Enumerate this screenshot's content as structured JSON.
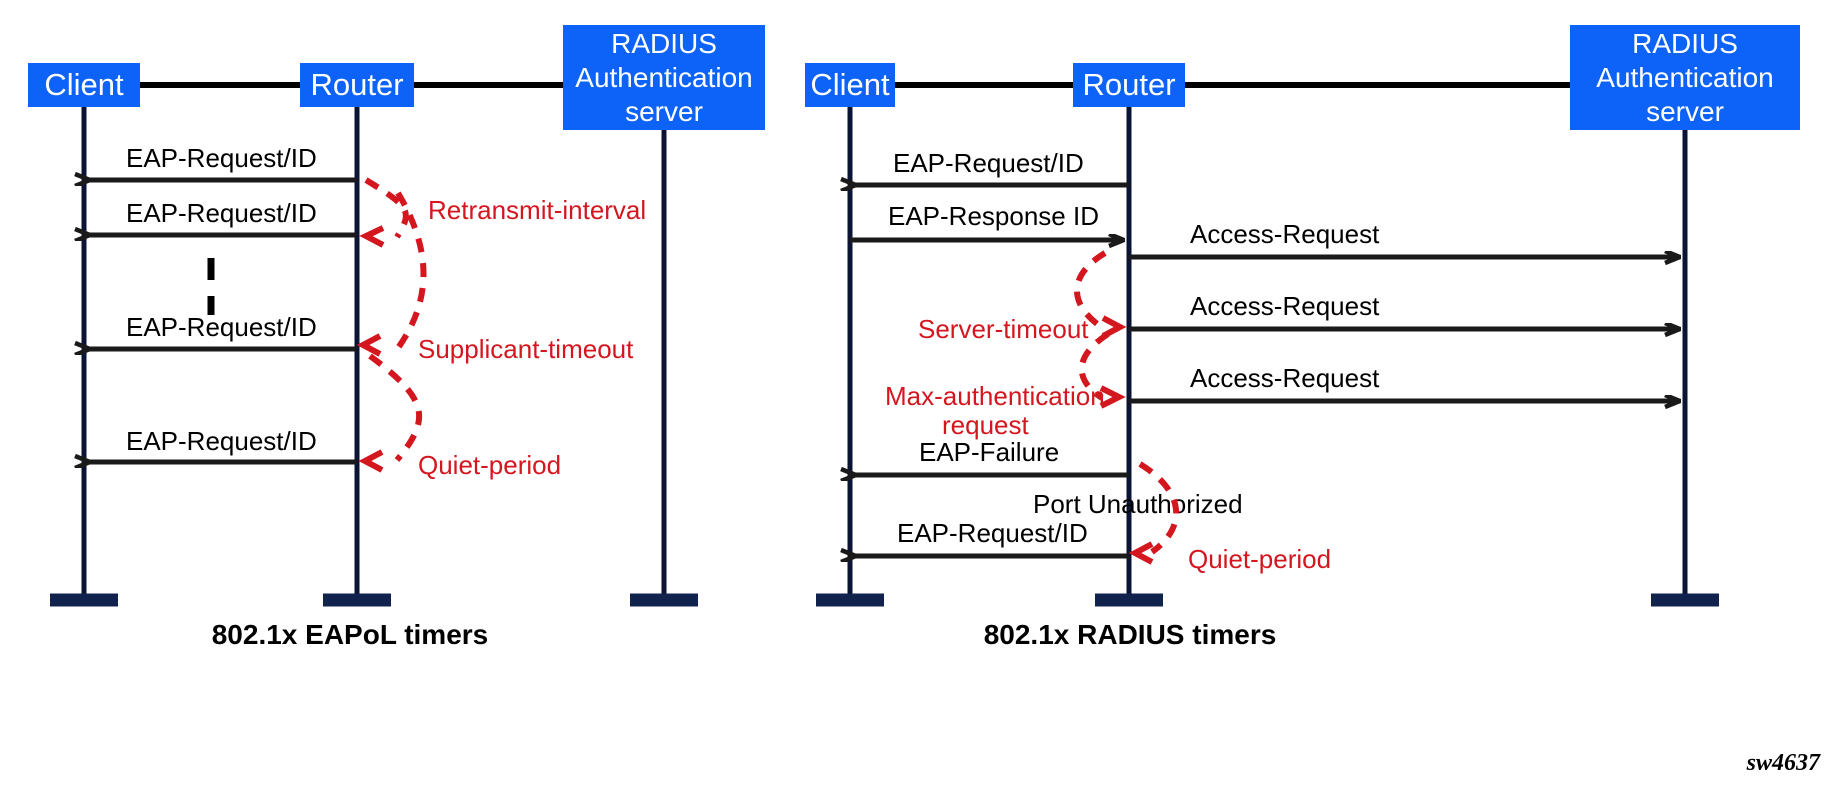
{
  "figure": {
    "id_label": "sw4637",
    "background": "#ffffff",
    "node_fill": "#0d63f8",
    "node_text": "#ffffff",
    "message_color": "#1a1a1a",
    "timer_color": "#d4161f",
    "lifeline_color": "#0b1435"
  },
  "panels": [
    {
      "key": "eapol",
      "caption": "802.1x EAPoL timers",
      "nodes": [
        {
          "key": "client",
          "label": "Client"
        },
        {
          "key": "router",
          "label": "Router"
        },
        {
          "key": "radius",
          "label_lines": [
            "RADIUS",
            "Authentication",
            "server"
          ]
        }
      ],
      "messages": [
        {
          "label": "EAP-Request/ID",
          "from": "router",
          "to": "client",
          "direction": "left"
        },
        {
          "label": "EAP-Request/ID",
          "from": "router",
          "to": "client",
          "direction": "left"
        },
        {
          "label": "EAP-Request/ID",
          "from": "router",
          "to": "client",
          "direction": "left"
        },
        {
          "label": "EAP-Request/ID",
          "from": "router",
          "to": "client",
          "direction": "left"
        }
      ],
      "timers": [
        {
          "label": "Retransmit-interval"
        },
        {
          "label": "Supplicant-timeout"
        },
        {
          "label": "Quiet-period"
        }
      ],
      "has_vertical_ellipsis": true
    },
    {
      "key": "radius",
      "caption": "802.1x RADIUS timers",
      "nodes": [
        {
          "key": "client",
          "label": "Client"
        },
        {
          "key": "router",
          "label": "Router"
        },
        {
          "key": "radius",
          "label_lines": [
            "RADIUS",
            "Authentication",
            "server"
          ]
        }
      ],
      "messages": [
        {
          "label": "EAP-Request/ID",
          "from": "router",
          "to": "client",
          "direction": "left"
        },
        {
          "label": "EAP-Response ID",
          "from": "client",
          "to": "router",
          "direction": "right"
        },
        {
          "label": "Access-Request",
          "from": "router",
          "to": "radius",
          "direction": "right"
        },
        {
          "label": "Access-Request",
          "from": "router",
          "to": "radius",
          "direction": "right"
        },
        {
          "label": "Access-Request",
          "from": "router",
          "to": "radius",
          "direction": "right"
        },
        {
          "label": "EAP-Failure",
          "from": "router",
          "to": "client",
          "direction": "left"
        },
        {
          "label": "EAP-Request/ID",
          "from": "router",
          "to": "client",
          "direction": "left"
        }
      ],
      "annotations": [
        {
          "label": "Port Unauthorized"
        }
      ],
      "timers": [
        {
          "label": "Server-timeout"
        },
        {
          "label": "Max-authentication",
          "label2": "request"
        },
        {
          "label": "Quiet-period"
        }
      ],
      "has_vertical_ellipsis": false
    }
  ]
}
